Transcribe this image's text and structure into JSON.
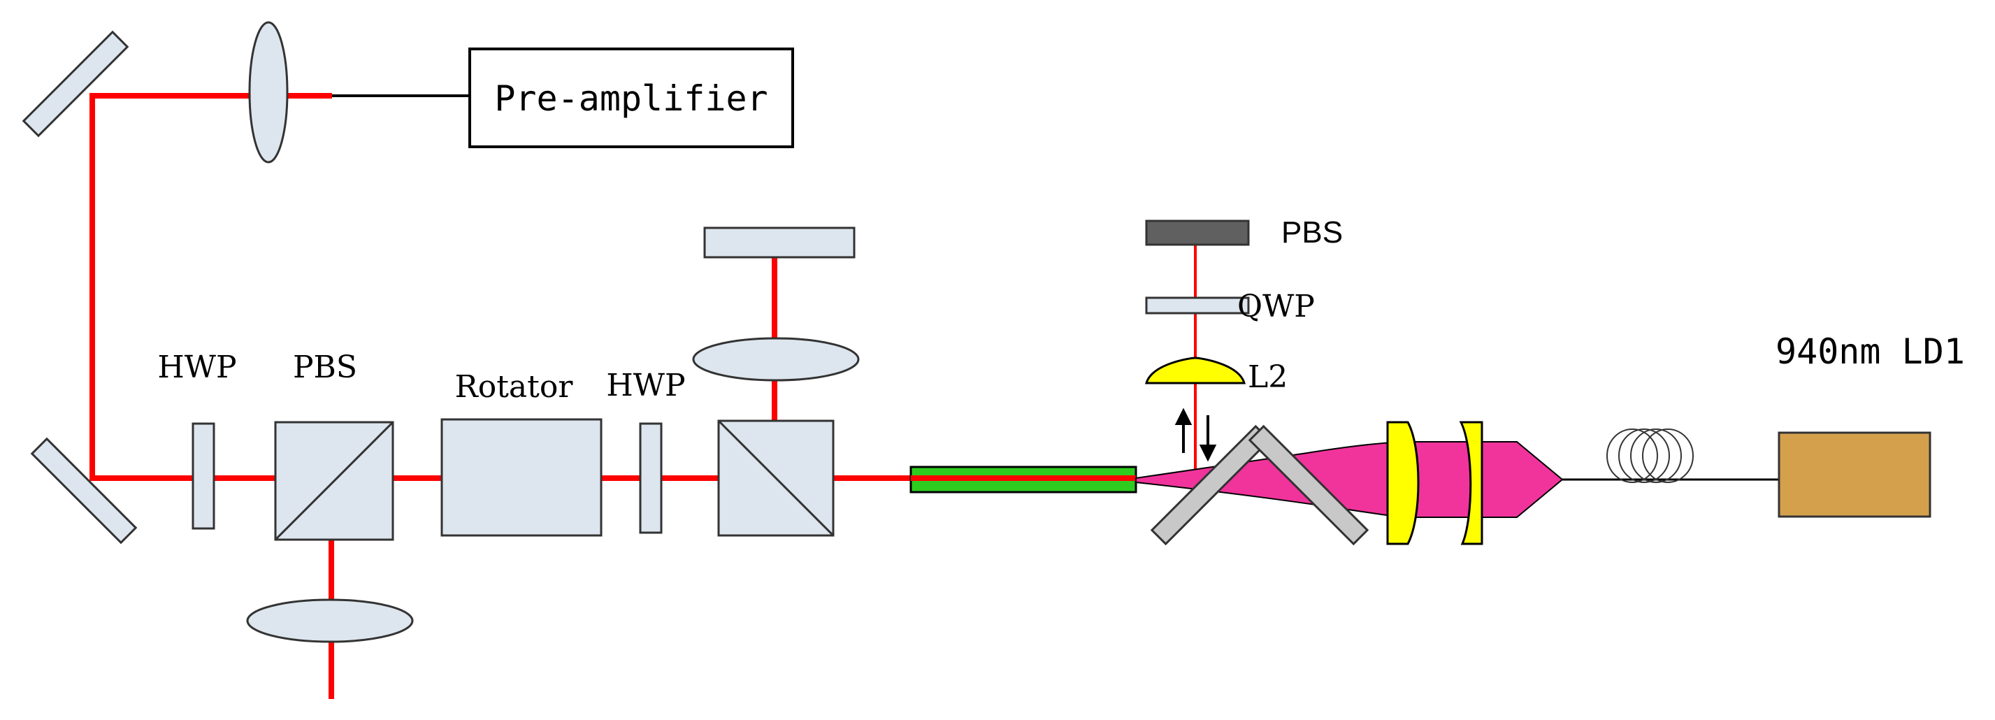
{
  "labels": {
    "pre_amplifier": "Pre-amplifier",
    "hwp_1": "HWP",
    "pbs_1": "PBS",
    "rotator": "Rotator",
    "hwp_2": "HWP",
    "pbs_2": "PBS",
    "qwp": "QWP",
    "l2": "L2",
    "ld1": "940nm LD1"
  },
  "colors": {
    "beam": "#ff0000",
    "optic_fill": "#dde6ee",
    "crystal_green": "#2ecc1f",
    "pump_magenta": "#f0349c",
    "lens_yellow": "#ffff00",
    "ld_box": "#d4a04c",
    "dark_mirror": "#606060"
  }
}
